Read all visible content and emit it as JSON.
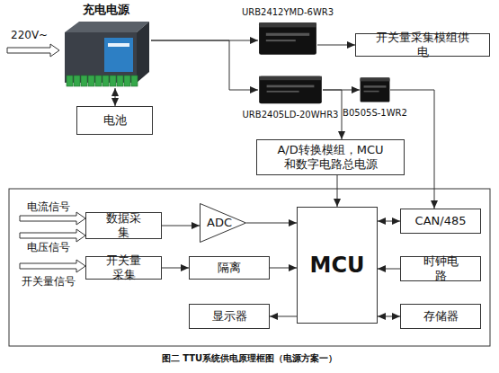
{
  "diagram": {
    "caption": "图二 TTU系统供电原理框图（电源方案一）",
    "nodes": [
      {
        "text": [
          "充电电源"
        ]
      },
      {
        "text": [
          "URB2412YMD-6WR3"
        ]
      },
      {
        "text": [
          "开关量采集模组供电"
        ]
      },
      {
        "text": [
          "电池"
        ]
      },
      {
        "text": [
          "URB2405LD-20WHR3"
        ]
      },
      {
        "text": [
          "B0505S-1WR2"
        ]
      },
      {
        "text": [
          "A/D转换模组，MCU 和数字电路总电源"
        ]
      },
      {
        "text": [
          "数据采集"
        ]
      },
      {
        "text": [
          "ADC"
        ]
      },
      {
        "text": [
          "MCU"
        ]
      },
      {
        "text": [
          "CAN/485"
        ]
      },
      {
        "text": [
          "开关量采集"
        ]
      },
      {
        "text": [
          "隔离"
        ]
      },
      {
        "text": [
          "时钟电路"
        ]
      },
      {
        "text": [
          "显示器"
        ]
      },
      {
        "text": [
          "存储器"
        ]
      }
    ],
    "edges": [
      {
        "from": 0,
        "to": 1,
        "arrow": "to"
      },
      {
        "from": 0,
        "to": 4,
        "arrow": "to"
      },
      {
        "from": 0,
        "to": 3,
        "arrow": "both"
      },
      {
        "from": 1,
        "to": 2,
        "arrow": "to"
      },
      {
        "from": 4,
        "to": 5,
        "arrow": "to"
      },
      {
        "from": 4,
        "to": 6,
        "arrow": "to"
      },
      {
        "from": 5,
        "to": 10,
        "arrow": "to"
      },
      {
        "from": 6,
        "to": 9,
        "arrow": "to"
      },
      {
        "from": 7,
        "to": 8,
        "arrow": "to"
      },
      {
        "from": 8,
        "to": 9,
        "arrow": "to"
      },
      {
        "from": 11,
        "to": 12,
        "arrow": "to"
      },
      {
        "from": 12,
        "to": 9,
        "arrow": "to"
      },
      {
        "from": 9,
        "to": 10,
        "arrow": "both"
      },
      {
        "from": 13,
        "to": 9,
        "arrow": "to"
      },
      {
        "from": 9,
        "to": 14,
        "arrow": "to"
      },
      {
        "from": 9,
        "to": 15,
        "arrow": "both"
      }
    ],
    "labels": [
      "220V~",
      "电流信号",
      "电压信号",
      "开关量信号"
    ]
  }
}
